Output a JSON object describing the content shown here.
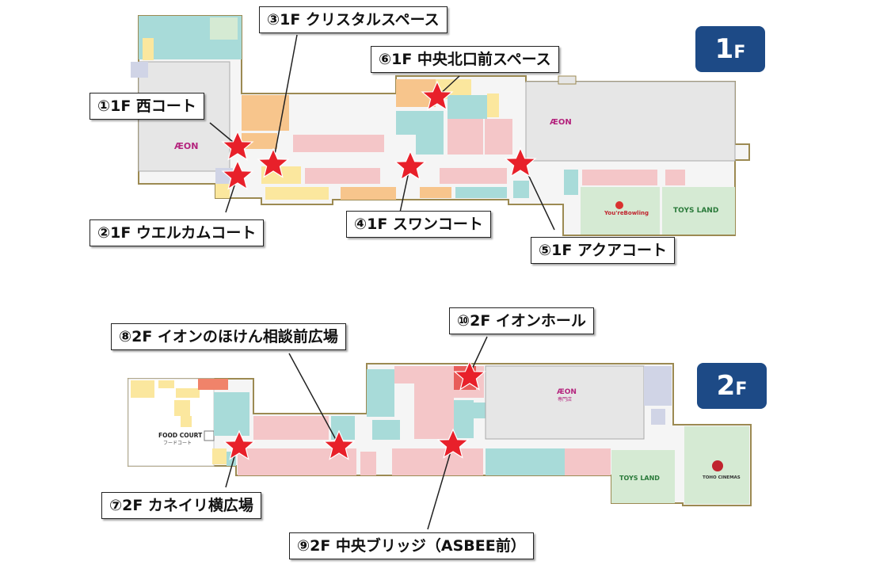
{
  "floors": [
    {
      "id": "1F",
      "badge_main": "1",
      "badge_sub": "F"
    },
    {
      "id": "2F",
      "badge_main": "2",
      "badge_sub": "F"
    }
  ],
  "spots": [
    {
      "num": "①",
      "label": "1F 西コート"
    },
    {
      "num": "②",
      "label": "1F ウエルカムコート"
    },
    {
      "num": "③",
      "label": "1F クリスタルスペース"
    },
    {
      "num": "④",
      "label": "1F スワンコート"
    },
    {
      "num": "⑤",
      "label": "1F アクアコート"
    },
    {
      "num": "⑥",
      "label": "1F 中央北口前スペース"
    },
    {
      "num": "⑦",
      "label": "2F カネイリ横広場"
    },
    {
      "num": "⑧",
      "label": "2F イオンのほけん相談前広場"
    },
    {
      "num": "⑨",
      "label": "2F 中央ブリッジ（ASBEE前）"
    },
    {
      "num": "⑩",
      "label": "2F イオンホール"
    }
  ],
  "map_text": {
    "aeon": "ÆON",
    "aeon_small": "ÆON",
    "aeon_sub": "専門店",
    "youme": "You'reBowling",
    "toys": "TOYS LAND",
    "food_court": "FOOD COURT",
    "food_court_sub": "フードコート",
    "cinema": "TOHO CINEMAS"
  },
  "colors": {
    "pink": "#f4c6c8",
    "teal": "#a8dbd9",
    "orange": "#f7c58c",
    "yellow": "#fbe79e",
    "green": "#d5ead3",
    "grey": "#e6e6e6",
    "corridor": "#f5f5f5",
    "outline": "#9c8a52",
    "star": "#e8202a",
    "badge": "#1d4a86",
    "aeon": "#b4237d"
  }
}
